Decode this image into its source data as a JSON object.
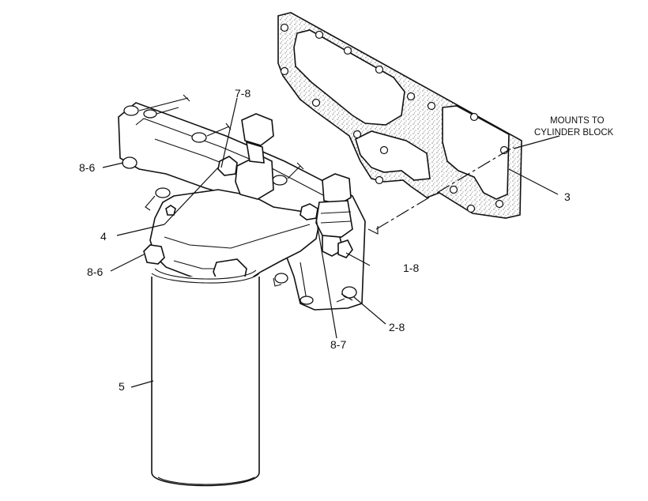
{
  "callouts": {
    "c78": "7-8",
    "c86a": "8-6",
    "c4": "4",
    "c86b": "8-6",
    "c5": "5",
    "c3": "3",
    "c18": "1-8",
    "c28": "2-8",
    "c87": "8-7"
  },
  "note": {
    "line1": "MOUNTS TO",
    "line2": "CYLINDER BLOCK"
  }
}
